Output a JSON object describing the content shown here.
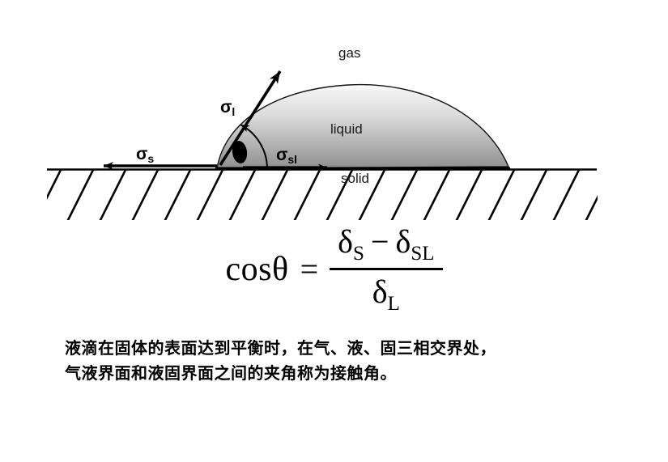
{
  "diagram": {
    "title_semantic": "contact-angle-wetting-diagram",
    "phase_labels": {
      "gas": "gas",
      "liquid": "liquid",
      "solid": "solid"
    },
    "vectors": [
      {
        "id": "sigma-s",
        "symbol": "σ",
        "subscript": "s",
        "direction": "left",
        "description": "solid surface tension"
      },
      {
        "id": "sigma-l",
        "symbol": "σ",
        "subscript": "l",
        "direction": "up-right",
        "description": "liquid surface tension"
      },
      {
        "id": "sigma-sl",
        "symbol": "σ",
        "subscript": "sl",
        "direction": "right",
        "description": "solid-liquid interfacial tension"
      }
    ],
    "colors": {
      "stroke": "#000000",
      "droplet_top": "#f7f7f7",
      "droplet_bottom": "#8f8f8f",
      "hatch": "#000000",
      "background": "#ffffff"
    }
  },
  "formula": {
    "lhs": "cosθ",
    "equals": "=",
    "numerator_first_symbol": "δ",
    "numerator_first_sub": "S",
    "minus": "−",
    "numerator_second_symbol": "δ",
    "numerator_second_sub": "SL",
    "denominator_symbol": "δ",
    "denominator_sub": "L"
  },
  "caption": {
    "line1": "液滴在固体的表面达到平衡时，在气、液、固三相交界处，",
    "line2": "气液界面和液固界面之间的夹角称为接触角。"
  }
}
